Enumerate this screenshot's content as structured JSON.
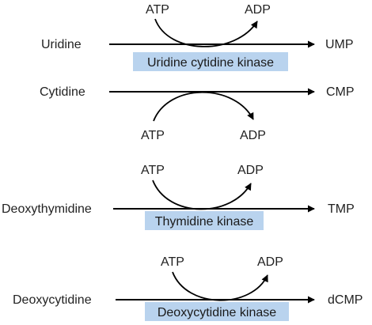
{
  "colors": {
    "enzyme_box": "#b9d3ee",
    "line": "#000000",
    "text": "#222222"
  },
  "reactions": [
    {
      "substrate": "Uridine",
      "product": "UMP",
      "cofactor_in": "ATP",
      "cofactor_out": "ADP",
      "enzyme": "Uridine cytidine kinase"
    },
    {
      "substrate": "Cytidine",
      "product": "CMP",
      "cofactor_in": "ATP",
      "cofactor_out": "ADP"
    },
    {
      "substrate": "Deoxythymidine",
      "product": "TMP",
      "cofactor_in": "ATP",
      "cofactor_out": "ADP",
      "enzyme": "Thymidine kinase"
    },
    {
      "substrate": "Deoxycytidine",
      "product": "dCMP",
      "cofactor_in": "ATP",
      "cofactor_out": "ADP",
      "enzyme": "Deoxycytidine kinase"
    }
  ]
}
